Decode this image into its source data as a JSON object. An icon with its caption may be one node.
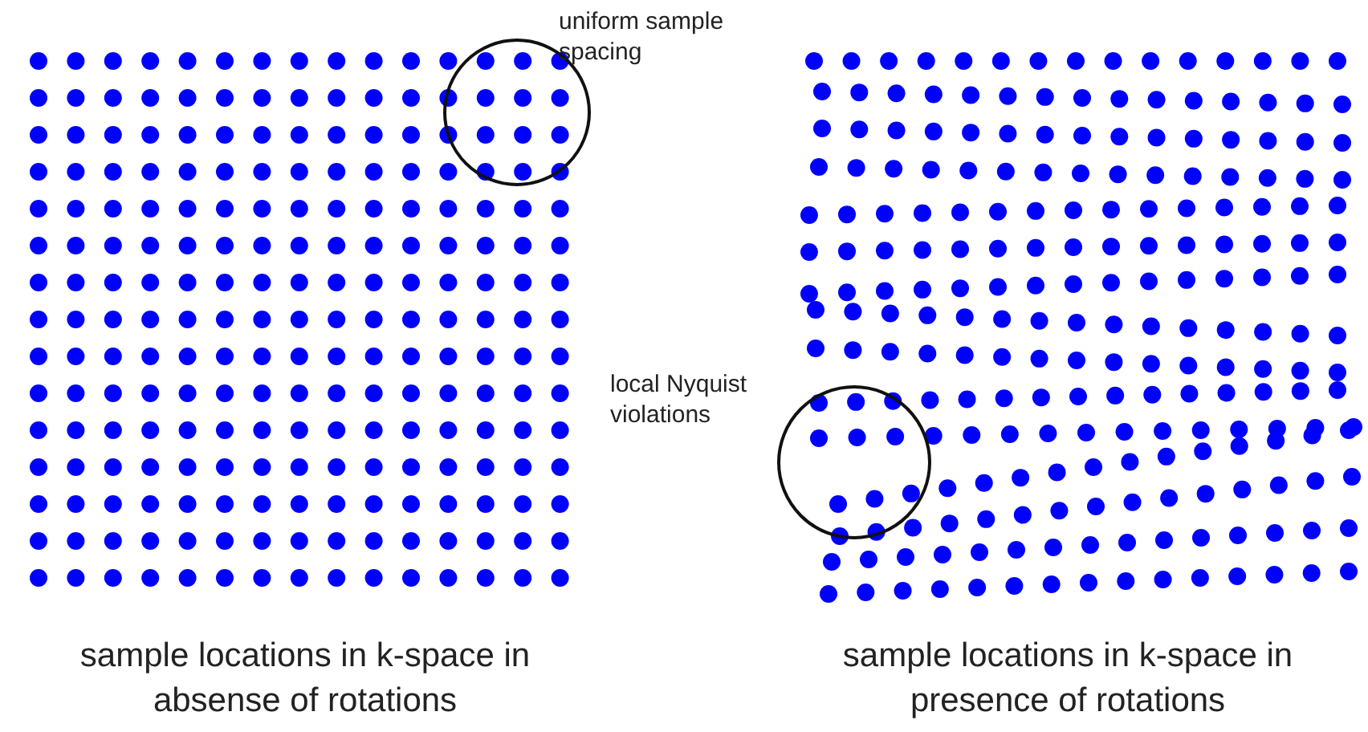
{
  "diagram": {
    "labels": [
      "uniform sample spacing",
      "local Nyquist violations",
      "sample locations in k-space in absense of rotations",
      "sample locations in k-space in presence of rotations"
    ]
  }
}
